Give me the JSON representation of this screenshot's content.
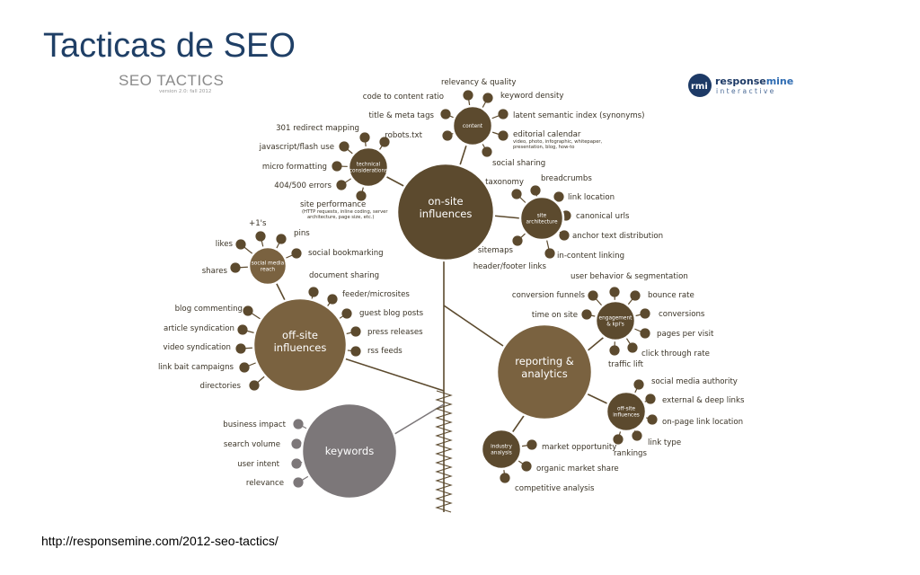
{
  "title": "Tacticas de SEO",
  "source_url": "http://responsemine.com/2012-seo-tactics/",
  "subtitle": "SEO TACTICS",
  "version": "version 2.0: fall 2012",
  "logo": {
    "mark": "rmi",
    "word_a": "response",
    "word_b": "mine",
    "tagline": "interactive"
  },
  "colors": {
    "brown": "#5c4a2e",
    "gray": "#7c7779",
    "navy": "#1f3f66"
  },
  "hubs": {
    "onsite": "on-site|influences",
    "offsite": "off-site|influences",
    "reporting": "reporting &|analytics",
    "keywords": "keywords"
  },
  "sub_hubs": {
    "content": "content",
    "technical": "technical|considerations",
    "site_arch": "site|architecture",
    "social_reach": "social media|reach",
    "engagement": "engagement|& kpi's",
    "offsite_inf": "off-site|influences",
    "industry": "industry|analysis"
  },
  "labels": {
    "relevancy_quality": "relevancy & quality",
    "code_to_content": "code to content ratio",
    "keyword_density": "keyword density",
    "title_meta": "title & meta tags",
    "lsi": "latent semantic index (synonyms)",
    "robots": "robots.txt",
    "editorial_calendar": "editorial calendar",
    "editorial_note_1": "video, photo, infographic, whitepaper,",
    "editorial_note_2": "presentation, blog, how-to",
    "social_sharing": "social sharing",
    "redirect": "301 redirect mapping",
    "javascript_flash": "javascript/flash use",
    "micro_formatting": "micro formatting",
    "errors": "404/500 errors",
    "site_performance": "site performance",
    "perf_note_1": "(HTTP requests, inline coding, server",
    "perf_note_2": "architecture, page size, etc.)",
    "taxonomy": "taxonomy",
    "breadcrumbs": "breadcrumbs",
    "link_location": "link location",
    "canonical_urls": "canonical urls",
    "anchor_text": "anchor text distribution",
    "sitemaps": "sitemaps",
    "in_content_linking": "in-content linking",
    "header_footer": "header/footer links",
    "plus_ones": "+1's",
    "pins": "pins",
    "likes": "likes",
    "social_bookmarking": "social bookmarking",
    "shares": "shares",
    "document_sharing": "document sharing",
    "feeder_microsites": "feeder/microsites",
    "blog_commenting": "blog commenting",
    "guest_blog_posts": "guest blog posts",
    "article_syndication": "article syndication",
    "press_releases": "press releases",
    "video_syndication": "video syndication",
    "rss_feeds": "rss feeds",
    "link_bait": "link bait campaigns",
    "directories": "directories",
    "user_behavior": "user behavior & segmentation",
    "conversion_funnels": "conversion funnels",
    "bounce_rate": "bounce rate",
    "time_on_site": "time on site",
    "conversions": "conversions",
    "pages_per_visit": "pages per visit",
    "click_through_rate": "click through rate",
    "traffic_lift": "traffic lift",
    "social_media_authority": "social media authority",
    "external_deep_links": "external & deep links",
    "onpage_link_location": "on-page link location",
    "link_type": "link type",
    "rankings": "rankings",
    "market_opportunity": "market opportunity",
    "organic_market_share": "organic market share",
    "competitive_analysis": "competitive analysis",
    "business_impact": "business impact",
    "search_volume": "search volume",
    "user_intent": "user intent",
    "relevance": "relevance"
  }
}
